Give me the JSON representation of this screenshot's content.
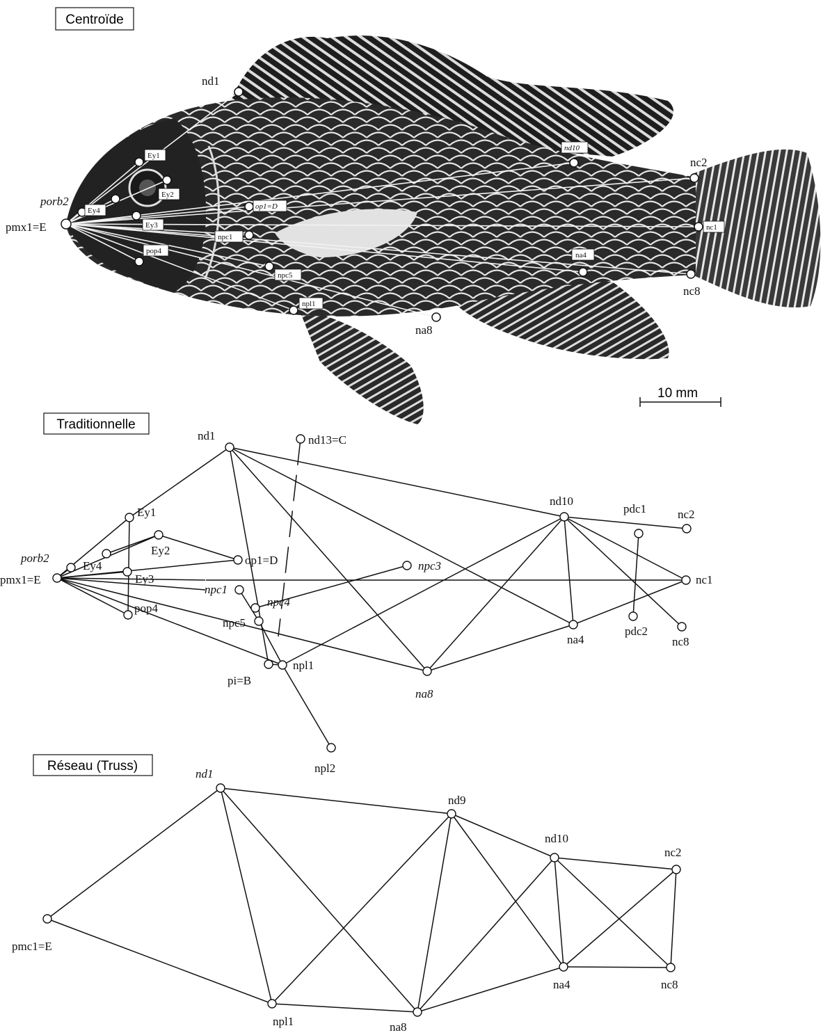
{
  "panels": {
    "centroid": {
      "title": "Centroïde",
      "scale_label": "10 mm",
      "labels": {
        "nd1": "nd1",
        "nd10": "nd10",
        "nc2": "nc2",
        "nc1": "nc1",
        "nc8": "nc8",
        "na4": "na4",
        "na8": "na8",
        "npl1": "npl1",
        "npc5": "npc5",
        "npc1": "npc1",
        "op1": "op1=D",
        "Ey1": "Ey1",
        "Ey2": "Ey2",
        "Ey3": "Ey3",
        "Ey4": "Ey4",
        "pop4": "pop4",
        "porb2": "porb2",
        "pmx1": "pmx1=E"
      }
    },
    "traditional": {
      "title": "Traditionnelle",
      "labels": {
        "nd1": "nd1",
        "nd13": "nd13=C",
        "nd10": "nd10",
        "pdc1": "pdc1",
        "nc2": "nc2",
        "nc1": "nc1",
        "nc8": "nc8",
        "pdc2": "pdc2",
        "na4": "na4",
        "na8": "na8",
        "npl1": "npl1",
        "npl2": "npl2",
        "pi": "pi=B",
        "npc5": "npc5",
        "npc4": "npc4",
        "npc1": "npc1",
        "npc3": "npc3",
        "op1": "op1=D",
        "Ey1": "Ey1",
        "Ey2": "Ey2",
        "Ey3": "Ey3",
        "Ey4": "Ey4",
        "pop4": "pop4",
        "porb2": "porb2",
        "pmx1": "pmx1=E"
      }
    },
    "truss": {
      "title": "Réseau (Truss)",
      "labels": {
        "nd1": "nd1",
        "nd9": "nd9",
        "nd10": "nd10",
        "nc2": "nc2",
        "nc8": "nc8",
        "na4": "na4",
        "na8": "na8",
        "npl1": "npl1",
        "pmc1": "pmc1=E"
      }
    }
  }
}
